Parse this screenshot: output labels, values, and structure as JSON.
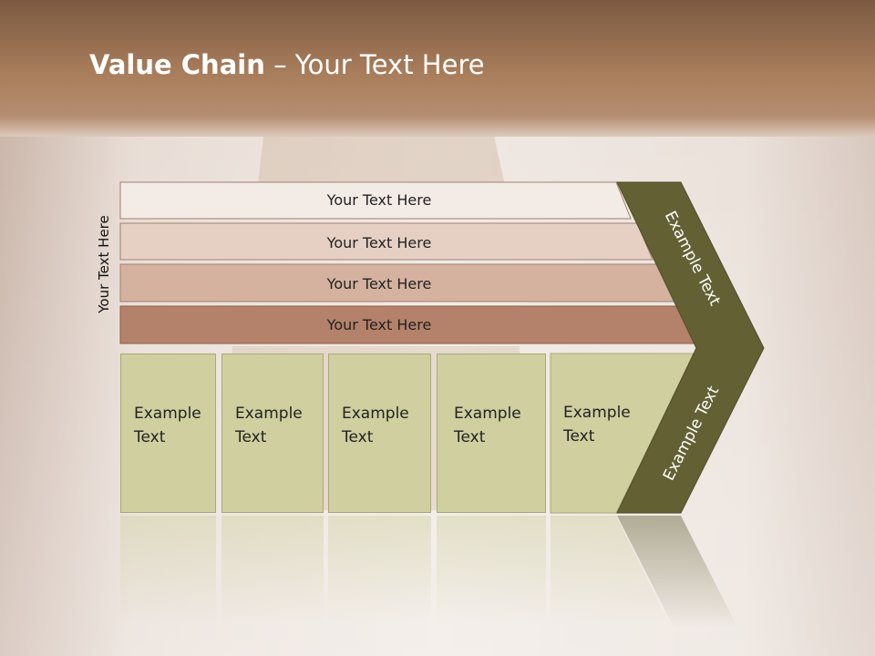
{
  "slide": {
    "title_bold": "Value Chain",
    "title_rest": " – Your Text Here",
    "side_label": "Your Text Here"
  },
  "bars": [
    {
      "label": "Your Text Here",
      "fill": "#f3ebe6"
    },
    {
      "label": "Your Text Here",
      "fill": "#e6d0c4"
    },
    {
      "label": "Your Text Here",
      "fill": "#d4b29f"
    },
    {
      "label": "Your Text Here",
      "fill": "#b4826a"
    }
  ],
  "boxes": [
    {
      "label": "Example\nText"
    },
    {
      "label": "Example\nText"
    },
    {
      "label": "Example\nText"
    },
    {
      "label": "Example\nText"
    },
    {
      "label": "Example\nText"
    }
  ],
  "chevron": {
    "upper_label": "Example Text",
    "lower_label": "Example Text",
    "fill": "#636134"
  },
  "colors": {
    "header_band": "#a97e5c",
    "background": "#e8dcd4",
    "box_fill": "#cfcf9f"
  }
}
